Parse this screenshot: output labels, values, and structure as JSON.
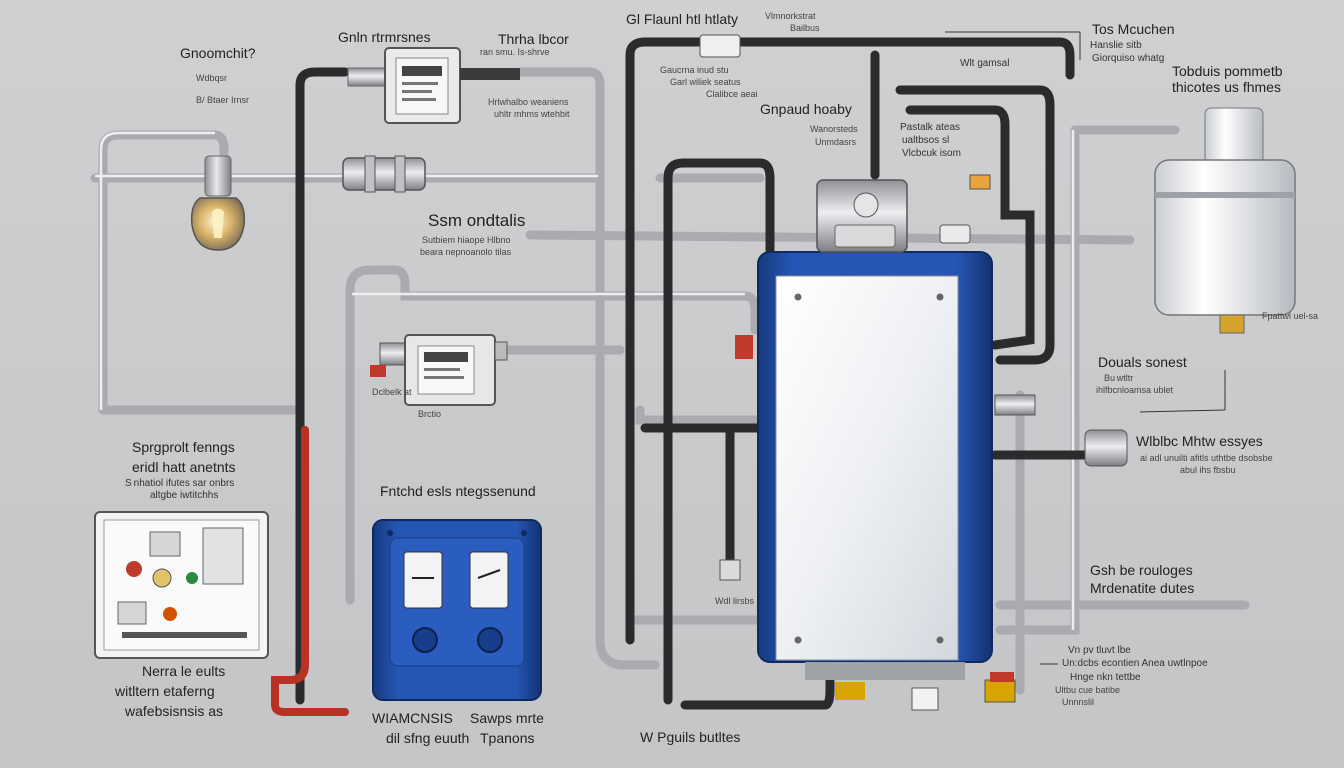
{
  "labels": {
    "top_left_title": "Gnoomchit?",
    "top_left_sub": "Wdbqsr",
    "top_left_sub2": "B/ Btaer Irnsr",
    "top_center_title": "Gnln rtrmrsnes",
    "top_center2_title": "Thrha lbcor",
    "top_center2_sub": "ran smu. Is-shrve",
    "top_center2_desc1": "Hrlwhalbo weaniens",
    "top_center2_desc2": "uhltr mhms wtehbit",
    "top_flow_title": "Gl Flaunl htl htlaty",
    "top_flow_sub": "Vlmnorkstrat",
    "top_flow_sub2": "Bailbus",
    "top_mid_desc1": "Gaucrna inud stu",
    "top_mid_desc2": "Garl wiliek seatus",
    "top_mid_desc3": "Clalibce aeai",
    "gnd_title": "Gnpaud hoaby",
    "gnd_desc1": "Wanorsteds",
    "gnd_desc2": "Unmdasrs",
    "mid_small1": "Pastalk ateas",
    "mid_small2": "ualtbsos sl",
    "mid_small3": "Vlcbcuk isom",
    "top_r_small": "Wlt gamsal",
    "top_right_title": "Tos Mcuchen",
    "top_right_sub": "Hanslie sitb",
    "top_right_sub2": "Giorquiso whatg",
    "top_right_desc": "Tobduis pommetb",
    "top_right_desc2": "thicotes us fhmes",
    "tank_note": "Fpattwl uel-sa",
    "sem_title": "Ssm ondtalis",
    "sem_desc": "Sutbiem hiaope Hlbno",
    "sem_desc2": "beara nepnoanolo tilas",
    "left_block_t1": "Sprgprolt fenngs",
    "left_block_t2": "eridl hatt anetnts",
    "left_block_s1": "S nhatiol ifutes sar onbrs",
    "left_block_s2": "altgbe iwtitchhs",
    "meter_lbl": "Dclbelk at",
    "meter_lbl2": "Brctio",
    "prod_title": "Fntchd esls ntegssenund",
    "vv_title": "Douals sonest",
    "vv_sub": "Bu wtltr",
    "vv_sub2": "ihlfbcnloamsa ublet",
    "vv2_title": "Wlblbc Mhtw essyes",
    "vv2_sub": "ai adl unuilti afitls uthtbe dsobsbe",
    "vv2_sub2": "abul ihs fbsbu",
    "cb_title": "Gsh be rouloges",
    "cb_sub": "Mrdenatite dutes",
    "bot_r1": "Vn pv tluvt lbe",
    "bot_r2": "Un:dcbs econtien Anea uwtlnpoe",
    "bot_r3": "Hnge nkn tettbe",
    "bot_r4": "Ultbu cue batibe",
    "bot_r5": "Unnnslil",
    "ww_lbl": "Wdl lirsbs",
    "bl_t1": "Nerra le eults",
    "bl_t2": "witltern etaferng",
    "bl_t3": "wafebsisnsis as",
    "bc_t1": "WIAMCNSIS",
    "bc_t2": "dil sfng euuth",
    "bc_s1": "Sawps mrte",
    "bc_s2": "Tpanons",
    "bw_lbl": "W Pguils butltes"
  },
  "colors": {
    "pipe_dark": "#2a2a2c",
    "pipe_silver": "#b8babd",
    "pipe_red": "#c0392b",
    "heater_blue": "#1f4a9a",
    "panel_blue": "#1f4fa8",
    "tank_white": "#f2f3f5"
  },
  "icons": [
    "light-bulb-icon",
    "gauge-icon",
    "valve-icon",
    "control-dial-icon"
  ]
}
